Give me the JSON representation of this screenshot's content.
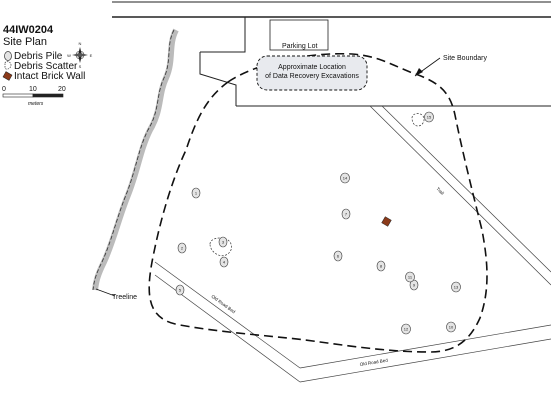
{
  "legend": {
    "site_id": "44IW0204",
    "subtitle": "Site Plan",
    "items": [
      {
        "label": "Debris Pile",
        "icon": "debris-pile-icon"
      },
      {
        "label": "Debris Scatter",
        "icon": "debris-scatter-icon"
      },
      {
        "label": "Intact Brick Wall",
        "icon": "brick-wall-icon"
      }
    ],
    "scale": {
      "ticks": [
        "0",
        "10",
        "20"
      ],
      "unit": "meters"
    },
    "compass": {
      "north": "N",
      "south": "S",
      "east": "E",
      "west": "W"
    }
  },
  "labels": {
    "parking_lot": "Parking Lot",
    "excavation_line1": "Approximate Location",
    "excavation_line2": "of Data Recovery Excavations",
    "site_boundary": "Site Boundary",
    "treeline": "Treeline",
    "trail": "Trail",
    "old_road_bed_1": "Old Road Bed",
    "old_road_bed_2": "Old Road Bed"
  },
  "debris_piles": [
    "1",
    "2",
    "3",
    "4",
    "5",
    "6",
    "7",
    "8",
    "9",
    "10",
    "11",
    "12",
    "13",
    "14",
    "15"
  ],
  "colors": {
    "brick_wall": "#8b3a1a",
    "pile_fill": "#e4e4e4",
    "treeline": "#bbbbbb",
    "excavation_fill": "#e8eaee"
  }
}
